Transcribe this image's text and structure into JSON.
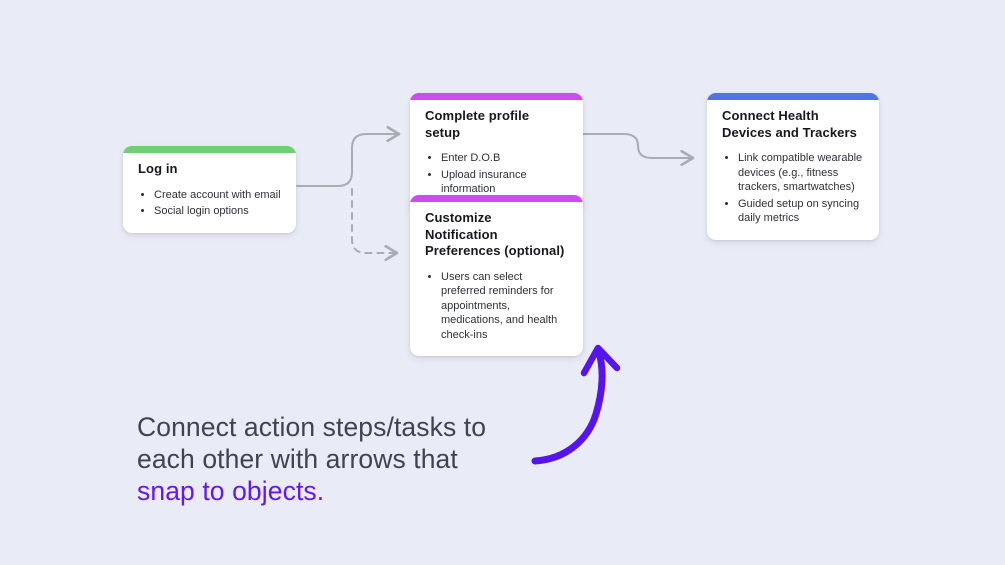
{
  "canvas": {
    "background_color": "#E9EBF6"
  },
  "cards": [
    {
      "title": "Log in",
      "accent_color": "#70D071",
      "bullets": [
        "Create account with email",
        "Social login options"
      ]
    },
    {
      "title": "Complete profile setup",
      "accent_color": "#CE4BEF",
      "bullets": [
        "Enter D.O.B",
        "Upload insurance information"
      ]
    },
    {
      "title": "Customize Notification Preferences (optional)",
      "accent_color": "#CE4BEF",
      "bullets": [
        "Users can select preferred reminders for appointments, medications, and health check-ins"
      ]
    },
    {
      "title": "Connect Health Devices and Trackers",
      "accent_color": "#5273E2",
      "bullets": [
        "Link compatible wearable devices (e.g., fitness trackers, smartwatches)",
        "Guided setup on syncing daily metrics"
      ]
    }
  ],
  "connectors": {
    "color": "#A8ACB3",
    "login_to_profile_style": "solid",
    "login_to_notifications_style": "dashed",
    "profile_to_devices_style": "solid"
  },
  "caption": {
    "line1": "Connect action steps/tasks to",
    "line2": "each other with arrows that",
    "highlight": "snap to objects.",
    "text_color": "#3E4450",
    "highlight_color": "#6217F3"
  },
  "annotation_arrow": {
    "color": "#5714EC"
  }
}
